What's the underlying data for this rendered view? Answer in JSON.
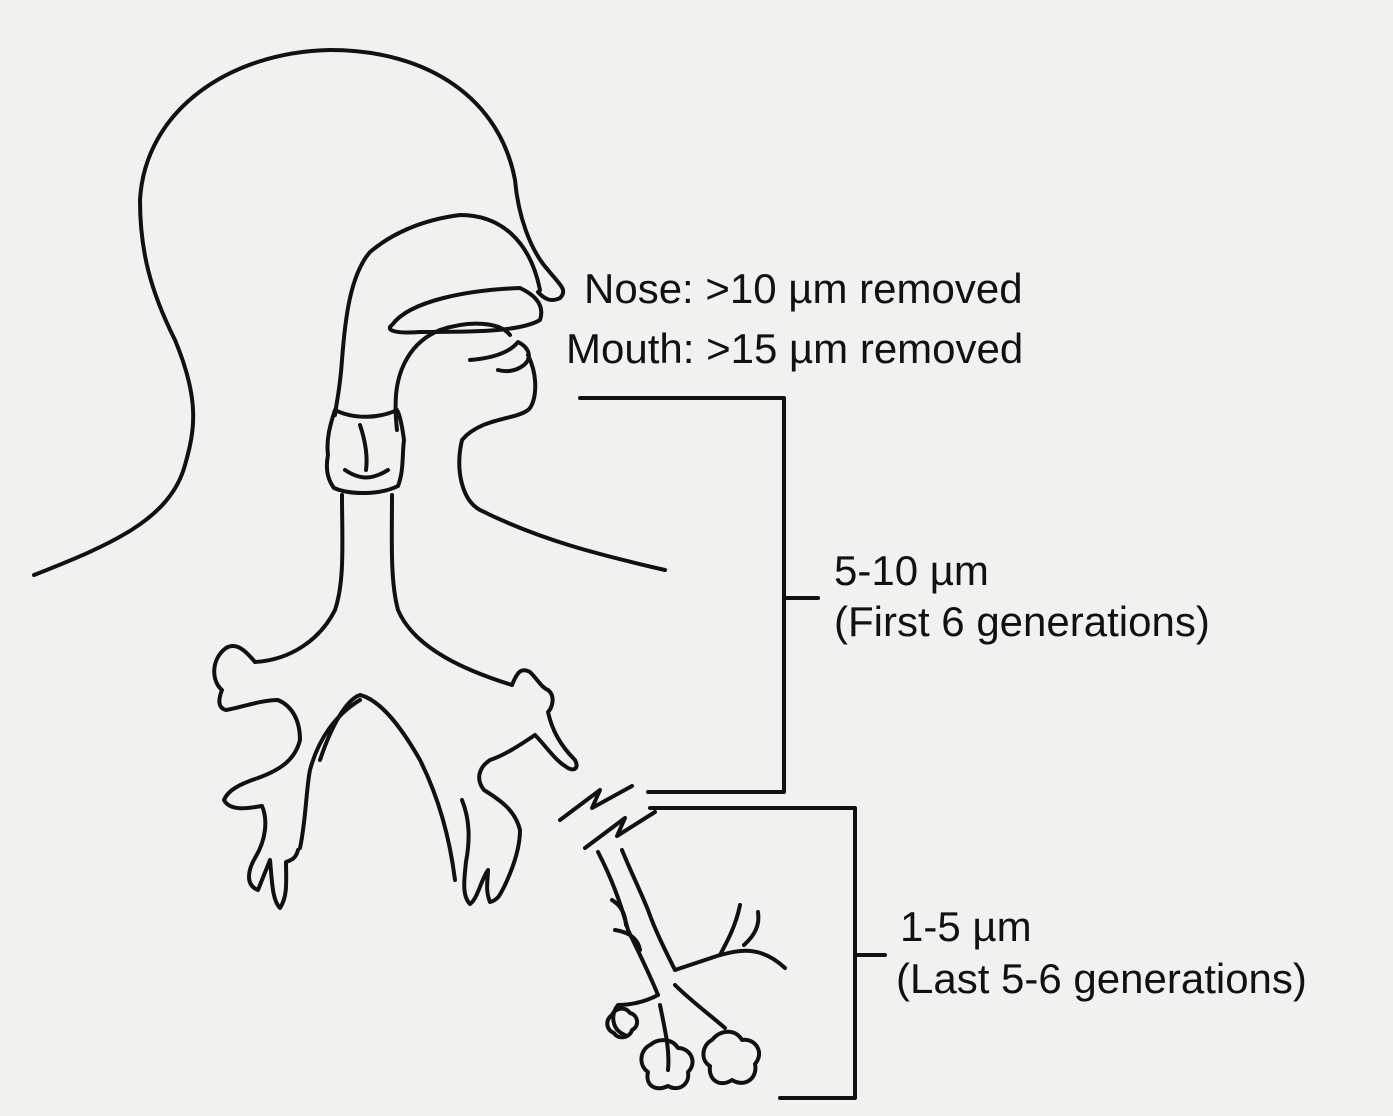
{
  "labels": {
    "nose": "Nose: >10 µm removed",
    "mouth": "Mouth: >15 µm removed",
    "upper_size": "5-10 µm",
    "upper_note": "(First 6 generations)",
    "lower_size": "1-5 µm",
    "lower_note": "(Last 5-6 generations)"
  },
  "colors": {
    "line": "#111111",
    "background": "#f1f1f0"
  }
}
